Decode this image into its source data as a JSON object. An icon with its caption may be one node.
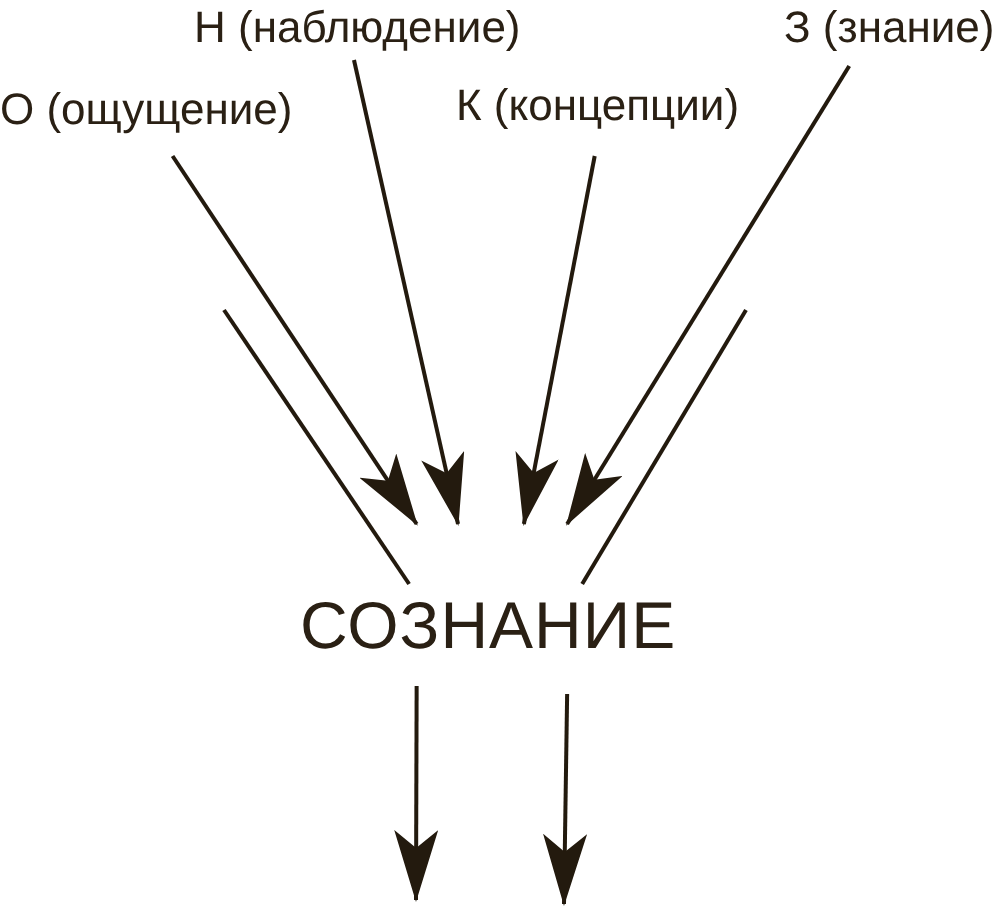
{
  "diagram": {
    "nodes": [
      {
        "text": [
          "Н (наблюдение)"
        ]
      },
      {
        "text": [
          "З (знание)"
        ]
      },
      {
        "text": [
          "О (ощущение)"
        ]
      },
      {
        "text": [
          "К (концепции)"
        ]
      },
      {
        "text": [
          "СОЗНАНИЕ"
        ]
      }
    ],
    "edges": [
      {
        "from": 2,
        "to": 4,
        "arrow": "to"
      },
      {
        "from": 0,
        "to": 4,
        "arrow": "to"
      },
      {
        "from": 3,
        "to": 4,
        "arrow": "to"
      },
      {
        "from": 1,
        "to": 4,
        "arrow": "to"
      },
      {
        "from": null,
        "to": 4,
        "arrow": "none"
      },
      {
        "from": null,
        "to": 4,
        "arrow": "none"
      },
      {
        "from": 4,
        "to": null,
        "arrow": "to"
      },
      {
        "from": 4,
        "to": null,
        "arrow": "to"
      }
    ]
  }
}
